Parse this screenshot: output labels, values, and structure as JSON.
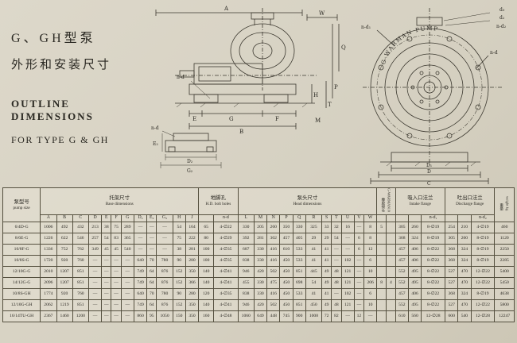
{
  "page": {
    "paper_color": "#d6d1c2",
    "ink_color": "#2a2822"
  },
  "header": {
    "title_cn_line1": "G、GH型泵",
    "title_cn_line2": "外形和安装尺寸",
    "title_en_line1": "OUTLINE DIMENSIONS",
    "title_en_line2": "FOR TYPE G & GH"
  },
  "side_view": {
    "dim_a": "A",
    "dim_w": "W",
    "dim_q": "Q",
    "dim_p": "P",
    "dim_t": "T",
    "dim_m": "M",
    "dim_nd": "n-d",
    "dim_e": "E",
    "dim_g": "G",
    "dim_f": "F",
    "dim_b": "B",
    "dim_h": "H",
    "dim_nd_detail": "n-d",
    "dim_e2": "E₂",
    "dim_d2": "D₂",
    "dim_g2": "G₂"
  },
  "front_view": {
    "brand": "G·WARMAN PUMP",
    "dim_d0": "d₀",
    "dim_d2": "d₂",
    "dim_n_d2": "n-d₂",
    "dim_n_d1": "n-d₁",
    "dim_nd": "n-d",
    "dim_d1": "D₁",
    "dim_dd": "D",
    "dim_c": "C"
  },
  "table": {
    "groups": [
      {
        "cn": "泵型号",
        "en": "pump size",
        "rowspan": 2
      },
      {
        "cn": "托架尺寸",
        "en": "Base dimensions",
        "colspan": 12
      },
      {
        "cn": "地脚孔",
        "en": "H.D. bolt holes",
        "colspan": 2
      },
      {
        "cn": "泵头尺寸",
        "en": "Head dimensions",
        "colspan": 11
      },
      {
        "cn": "橡胶接头",
        "en": "G-WARMAN JOINT",
        "colspan": 2,
        "vertical": true
      },
      {
        "cn": "吸入口法兰",
        "en": "Intake flange",
        "colspan": 3
      },
      {
        "cn": "吐出口法兰",
        "en": "Discharge flange",
        "colspan": 3
      },
      {
        "cn": "重量",
        "en": "weight kg",
        "rowspan": 2,
        "vertical": true
      }
    ],
    "columns": [
      "A",
      "B",
      "C",
      "D",
      "E",
      "F",
      "G",
      "D₂",
      "E₂",
      "G₂",
      "H",
      "J",
      "",
      "n-d",
      "L",
      "M",
      "N",
      "P",
      "Q",
      "R",
      "S",
      "T",
      "U",
      "V",
      "W",
      "",
      "",
      "",
      "",
      "n-d₁",
      "",
      "",
      "n-d₂"
    ],
    "rows": [
      {
        "model": "6/4D-G",
        "cells": [
          "1006",
          "492",
          "432",
          "213",
          "38",
          "75",
          "289",
          "—",
          "—",
          "—",
          "54",
          "164",
          "65",
          "4-∅22",
          "330",
          "205",
          "260",
          "350",
          "330",
          "325",
          "33",
          "32",
          "16",
          "—",
          "8",
          "5",
          "",
          "305",
          "260",
          "8-∅19",
          "254",
          "210",
          "4-∅19",
          "460"
        ]
      },
      {
        "model": "8/6E-G",
        "cells": [
          "1226",
          "622",
          "546",
          "257",
          "54",
          "83",
          "365",
          "—",
          "—",
          "—",
          "75",
          "222",
          "80",
          "4-∅29",
          "392",
          "281",
          "302",
          "457",
          "405",
          "29",
          "29",
          "54",
          "—",
          "6",
          "8",
          "",
          "",
          "368",
          "324",
          "8-∅19",
          "305",
          "260",
          "8-∅19",
          "1120"
        ]
      },
      {
        "model": "10/8F-G",
        "cells": [
          "1336",
          "752",
          "762",
          "349",
          "45",
          "45",
          "540",
          "—",
          "—",
          "—",
          "38",
          "281",
          "100",
          "4-∅35",
          "687",
          "330",
          "416",
          "610",
          "533",
          "41",
          "41",
          "—",
          "—",
          "6",
          "12",
          "",
          "",
          "457",
          "406",
          "8-∅22",
          "368",
          "324",
          "8-∅19",
          "2250"
        ]
      },
      {
        "model": "10/8S-G",
        "cells": [
          "1720",
          "920",
          "760",
          "—",
          "—",
          "—",
          "—",
          "640",
          "70",
          "780",
          "90",
          "280",
          "100",
          "4-∅35",
          "838",
          "330",
          "416",
          "450",
          "533",
          "41",
          "41",
          "—",
          "102",
          "—",
          "6",
          "",
          "",
          "457",
          "406",
          "8-∅22",
          "368",
          "324",
          "8-∅19",
          "2285"
        ]
      },
      {
        "model": "12/10G-G",
        "cells": [
          "2010",
          "1207",
          "851",
          "—",
          "—",
          "—",
          "—",
          "749",
          "64",
          "876",
          "152",
          "350",
          "140",
          "4-∅41",
          "946",
          "420",
          "502",
          "450",
          "851",
          "445",
          "49",
          "48",
          "121",
          "—",
          "10",
          "",
          "",
          "552",
          "495",
          "8-∅22",
          "527",
          "470",
          "12-∅22",
          "5400"
        ]
      },
      {
        "model": "14/12G-G",
        "cells": [
          "2096",
          "1207",
          "851",
          "—",
          "—",
          "—",
          "—",
          "749",
          "64",
          "876",
          "152",
          "366",
          "140",
          "4-∅41",
          "455",
          "330",
          "475",
          "450",
          "698",
          "54",
          "49",
          "48",
          "121",
          "—",
          "206",
          "8",
          "4",
          "552",
          "495",
          "8-∅22",
          "527",
          "470",
          "12-∅22",
          "5450"
        ]
      },
      {
        "model": "10/8S-GH",
        "cells": [
          "1774",
          "920",
          "760",
          "—",
          "—",
          "—",
          "—",
          "640",
          "70",
          "780",
          "90",
          "280",
          "120",
          "4-∅35",
          "838",
          "330",
          "416",
          "450",
          "533",
          "41",
          "41",
          "—",
          "102",
          "—",
          "6",
          "",
          "",
          "457",
          "406",
          "8-∅22",
          "368",
          "324",
          "8-∅19",
          "4638"
        ]
      },
      {
        "model": "12/10G-GH",
        "cells": [
          "2062",
          "1219",
          "851",
          "—",
          "—",
          "—",
          "—",
          "749",
          "64",
          "876",
          "152",
          "350",
          "140",
          "4-∅41",
          "946",
          "420",
          "502",
          "450",
          "851",
          "450",
          "49",
          "48",
          "121",
          "—",
          "10",
          "",
          "",
          "552",
          "495",
          "8-∅22",
          "527",
          "470",
          "12-∅22",
          "5800"
        ]
      },
      {
        "model": "16/14TU-GH",
        "cells": [
          "2367",
          "1460",
          "1200",
          "—",
          "—",
          "—",
          "—",
          "860",
          "95",
          "1050",
          "150",
          "350",
          "160",
          "4-∅48",
          "1060",
          "649",
          "448",
          "745",
          "900",
          "1008",
          "72",
          "82",
          "—",
          "12",
          "—",
          "",
          "",
          "610",
          "560",
          "12-∅28",
          "600",
          "540",
          "12-∅28",
          "12247"
        ]
      }
    ]
  }
}
